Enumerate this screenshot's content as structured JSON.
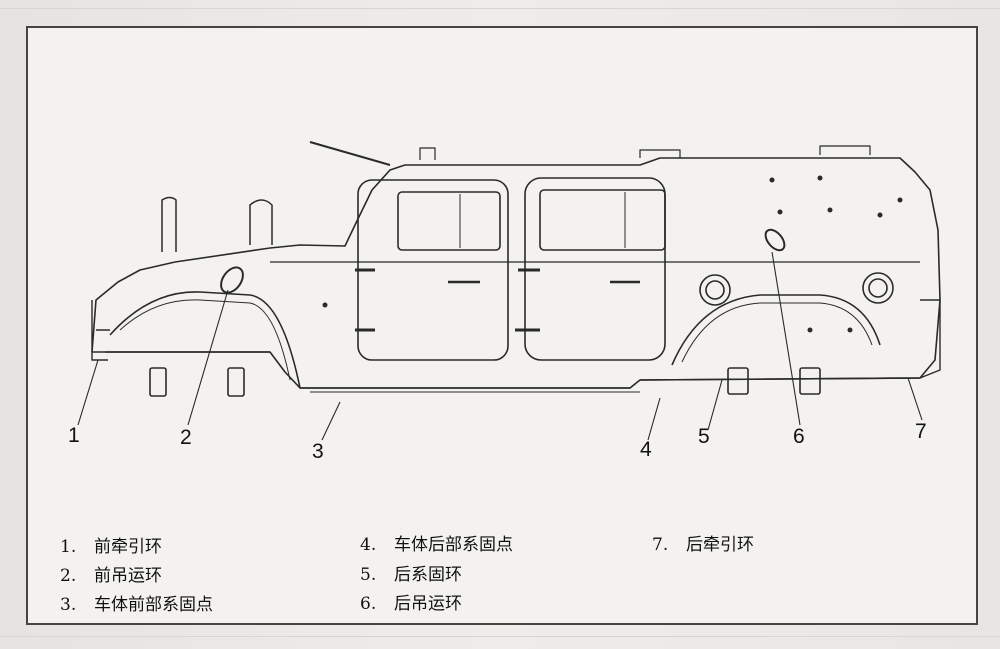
{
  "callouts": [
    "1",
    "2",
    "3",
    "4",
    "5",
    "6",
    "7"
  ],
  "legend": [
    {
      "num": "1.",
      "label": "前牵引环"
    },
    {
      "num": "2.",
      "label": "前吊运环"
    },
    {
      "num": "3.",
      "label": "车体前部系固点"
    },
    {
      "num": "4.",
      "label": "车体后部系固点"
    },
    {
      "num": "5.",
      "label": "后系固环"
    },
    {
      "num": "6.",
      "label": "后吊运环"
    },
    {
      "num": "7.",
      "label": "后牵引环"
    }
  ],
  "colors": {
    "line": "#2a2a2a",
    "paper": "#f3f2ef",
    "frame": "#444444"
  }
}
